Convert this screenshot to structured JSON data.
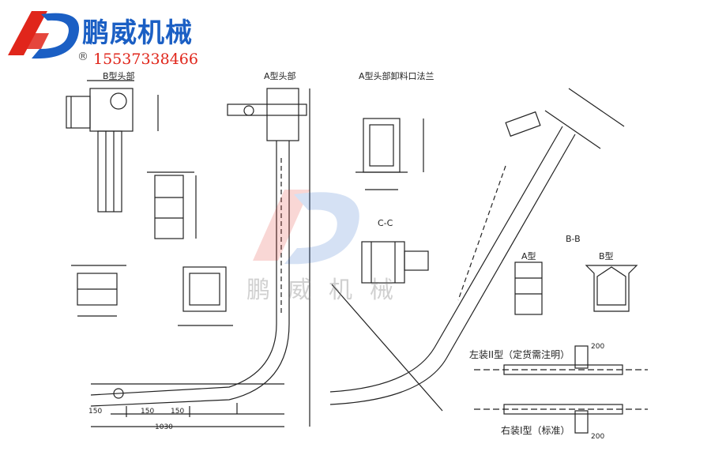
{
  "brand": {
    "name": "鹏威机械",
    "registered_mark": "®",
    "phone": "15537338466",
    "logo_colors": {
      "red": "#e0261b",
      "blue": "#1b5fc4"
    }
  },
  "labels": {
    "b_head": "B型头部",
    "a_head": "A型头部",
    "a_head_flange": "A型头部卸料口法兰",
    "cc": "C-C",
    "bb": "B-B",
    "a_type": "A型",
    "b_type": "B型",
    "left_install": "左装II型（定货需注明）",
    "right_install": "右装I型（标准）",
    "dim_150_a": "150",
    "dim_150_b": "150",
    "dim_150_c": "150",
    "dim_1030": "1030",
    "dim_200_top": "200",
    "dim_200_bottom": "200"
  },
  "watermark": {
    "text": "鹏威机械"
  }
}
